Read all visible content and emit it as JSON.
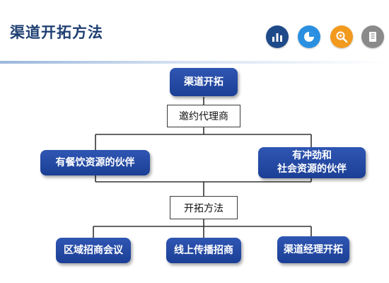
{
  "header": {
    "title": "渠道开拓方法"
  },
  "toolbar_icons": [
    {
      "name": "bar-chart-icon",
      "color": "#1e4a8a"
    },
    {
      "name": "pie-chart-icon",
      "color": "#2a8fe0"
    },
    {
      "name": "magnifier-icon",
      "color": "#f29a1e"
    },
    {
      "name": "notebook-icon",
      "color": "#8a8a8a"
    }
  ],
  "diagram": {
    "root": "渠道开拓",
    "level1_label": "邀约代理商",
    "partners": {
      "left": "有餐饮资源的伙伴",
      "right": "有冲劲和\n社会资源的伙伴"
    },
    "level2_label": "开拓方法",
    "methods": [
      "区域招商会议",
      "线上传播招商",
      "渠道经理开拓"
    ]
  },
  "colors": {
    "box_blue": "#1f4299",
    "title_blue": "#1e3f73",
    "line": "#333333"
  }
}
